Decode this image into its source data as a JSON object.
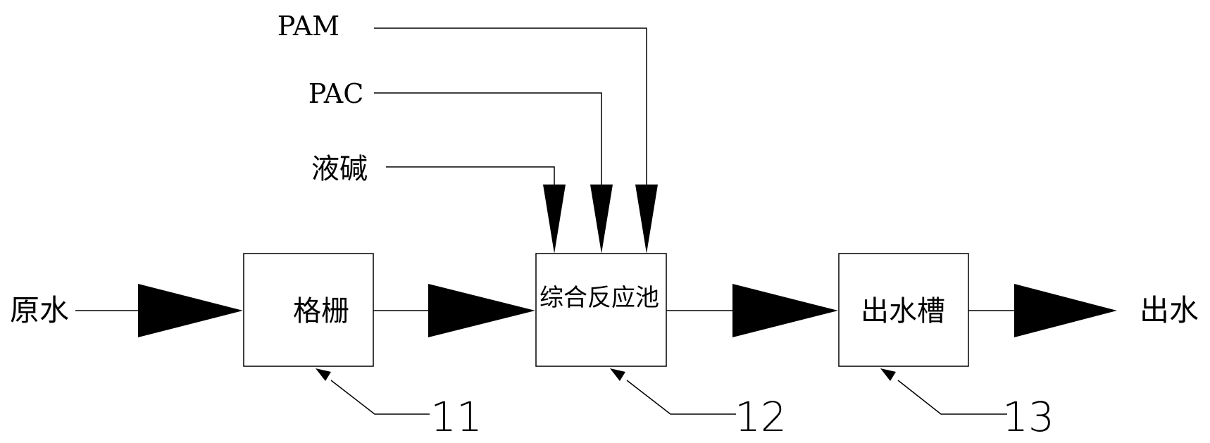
{
  "inputs": {
    "pam": "PAM",
    "pac": "PAC",
    "alkali": "液碱"
  },
  "flow": {
    "raw_water": "原水",
    "outlet": "出水"
  },
  "units": [
    {
      "label": "格栅",
      "ref": "11"
    },
    {
      "label": "综合反应池",
      "ref": "12"
    },
    {
      "label": "出水槽",
      "ref": "13"
    }
  ]
}
